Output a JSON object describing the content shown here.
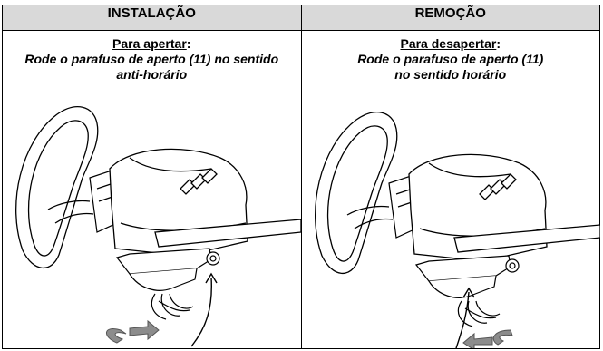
{
  "left": {
    "header": "INSTALAÇÃO",
    "lead": "Para apertar",
    "colon": ":",
    "instruction_line1": "Rode o parafuso de aperto (11) no sentido",
    "instruction_line2": "anti-horário"
  },
  "right": {
    "header": "REMOÇÃO",
    "lead": "Para desapertar",
    "colon": ":",
    "instruction_line1": "Rode o parafuso de aperto (11)",
    "instruction_line2": "no sentido horário"
  },
  "colors": {
    "header_bg": "#d9d9d9",
    "arrow": "#8c8c8c",
    "line": "#000000"
  }
}
